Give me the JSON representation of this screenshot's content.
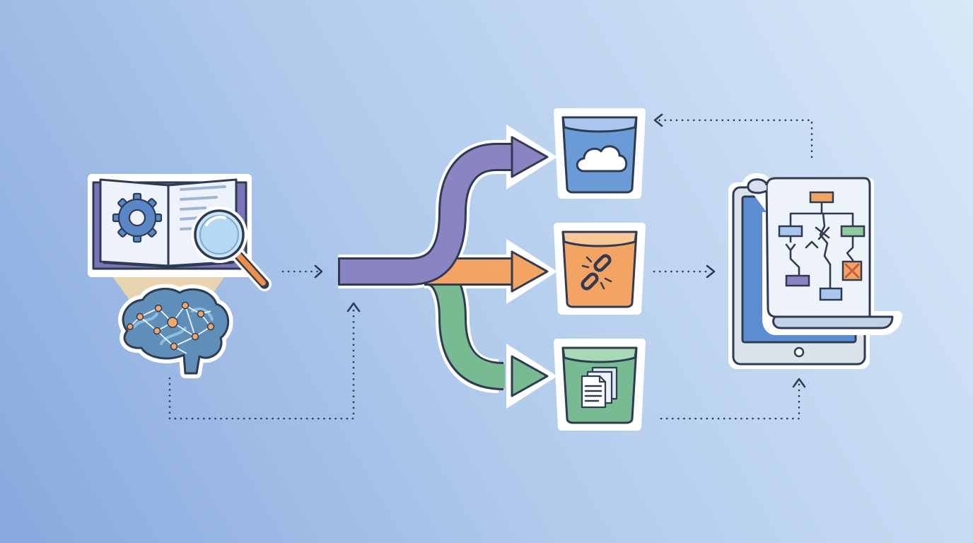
{
  "diagram": {
    "nodes": [
      {
        "id": "knowledge-source",
        "icons": [
          "book-icon",
          "gear-icon",
          "magnifier-icon",
          "brain-network-icon"
        ]
      },
      {
        "id": "router",
        "icons": [
          "branching-arrow-icon"
        ]
      },
      {
        "id": "bucket-cloud",
        "icons": [
          "cloud-icon"
        ]
      },
      {
        "id": "bucket-link",
        "icons": [
          "broken-link-icon"
        ]
      },
      {
        "id": "bucket-documents",
        "icons": [
          "documents-icon"
        ]
      },
      {
        "id": "workflow-output",
        "icons": [
          "tablet-icon",
          "flowchart-scroll-icon"
        ]
      }
    ],
    "edges": [
      {
        "from": "knowledge-source",
        "to": "router",
        "style": "dotted"
      },
      {
        "from": "knowledge-source",
        "to": "router",
        "style": "dotted",
        "route": "below"
      },
      {
        "from": "router",
        "to": "bucket-cloud",
        "style": "solid"
      },
      {
        "from": "router",
        "to": "bucket-link",
        "style": "solid"
      },
      {
        "from": "router",
        "to": "bucket-documents",
        "style": "solid"
      },
      {
        "from": "bucket-link",
        "to": "workflow-output",
        "style": "dotted"
      },
      {
        "from": "bucket-documents",
        "to": "workflow-output",
        "style": "dotted"
      },
      {
        "from": "workflow-output",
        "to": "bucket-cloud",
        "style": "dotted"
      }
    ]
  },
  "colors": {
    "purple": "#8a84c2",
    "orange": "#f4a462",
    "green": "#78ba92",
    "blue": "#6a9bd6",
    "outline": "#2f3b52"
  }
}
